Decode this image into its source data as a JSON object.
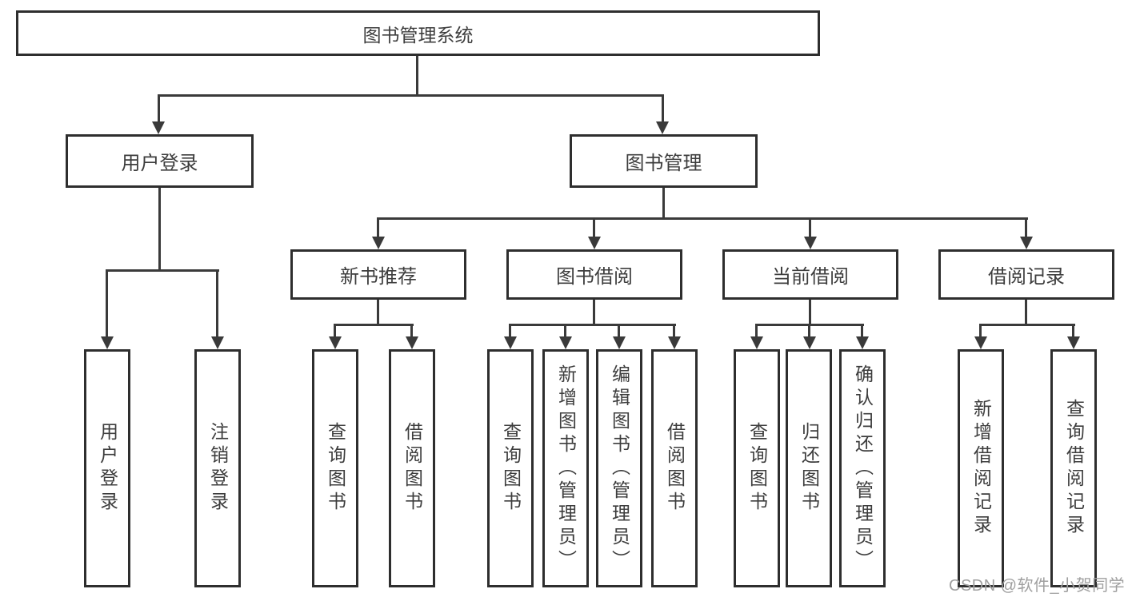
{
  "diagram": {
    "title": "图书管理系统",
    "branches": [
      {
        "label": "用户登录",
        "children": [
          "用户登录",
          "注销登录"
        ]
      },
      {
        "label": "图书管理",
        "sections": [
          {
            "label": "新书推荐",
            "children": [
              "查询图书",
              "借阅图书"
            ]
          },
          {
            "label": "图书借阅",
            "children": [
              "查询图书",
              "新增图书（管理员）",
              "编辑图书（管理员）",
              "借阅图书"
            ]
          },
          {
            "label": "当前借阅",
            "children": [
              "查询图书",
              "归还图书",
              "确认归还（管理员）"
            ]
          },
          {
            "label": "借阅记录",
            "children": [
              "新增借阅记录",
              "查询借阅记录"
            ]
          }
        ]
      }
    ]
  },
  "watermark": "CSDN @软件_小贺同学",
  "colors": {
    "line": "#3a3a3a",
    "box_border": "#2e2e2e",
    "text": "#3d3d3d",
    "watermark": "#9f9f9f",
    "background": "#ffffff"
  }
}
